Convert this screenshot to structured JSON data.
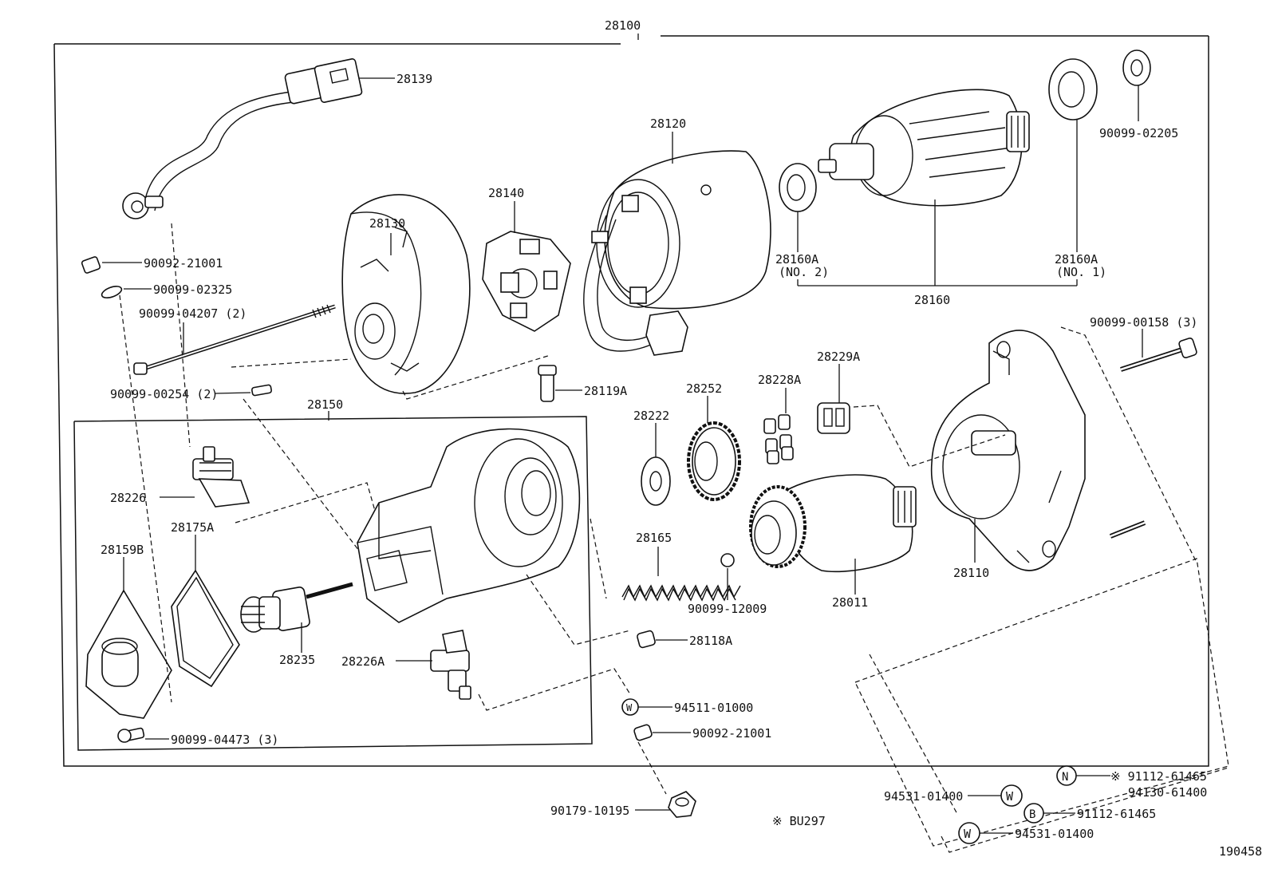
{
  "labels": {
    "assembly": "28100",
    "connector": "28139",
    "yoke": "28120",
    "brush_holder": "28140",
    "end_frame": "28130",
    "bearing_no2": "28160A",
    "bearing_no2_sub": "(NO. 2)",
    "bearing_no1": "28160A",
    "bearing_no1_sub": "(NO. 1)",
    "armature": "28160",
    "washer_top": "90099-02205",
    "nut1": "90092-21001",
    "washer2": "90099-02325",
    "through_bolt": "90099-04207 (2)",
    "screw_small": "90099-00254 (2)",
    "brush_spring": "28119A",
    "housing_bolt": "90099-00158 (3)",
    "clutch_retainer": "28229A",
    "rollers": "28228A",
    "idler_gear": "28252",
    "washer_idler": "28222",
    "solenoid_group": "28150",
    "terminal_top": "28226",
    "gasket": "28175A",
    "cover": "28159B",
    "return_spring": "28165",
    "steel_ball": "90099-12009",
    "clutch": "28011",
    "drive_housing": "28110",
    "plunger": "28235",
    "terminal_bottom": "28226A",
    "boot": "28118A",
    "cover_bolt": "90099-04473 (3)",
    "washer_w": "94511-01000",
    "nut_bottom": "90092-21001",
    "nut_cap": "90179-10195",
    "note": "※ BU297",
    "n_part_a": "※ 91112-61465",
    "n_part_b": "94130-61400",
    "w_left": "94531-01400",
    "b_part": "91112-61465",
    "w_bottom": "94531-01400",
    "diagram_code": "190458"
  },
  "markers": {
    "w": "W",
    "n": "N",
    "b": "B"
  }
}
